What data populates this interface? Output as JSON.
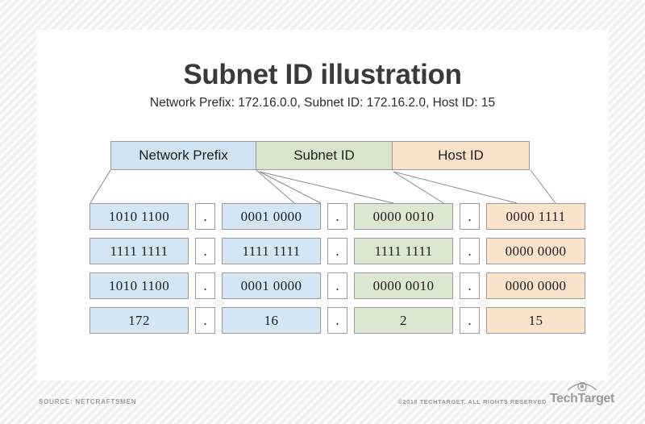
{
  "page": {
    "title": "Subnet ID illustration",
    "subtitle": "Network Prefix: 172.16.0.0, Subnet ID: 172.16.2.0, Host ID: 15"
  },
  "colors": {
    "blue": "#d4e6f3",
    "green": "#dbe7d0",
    "orange": "#fae2cc",
    "header_blue": "#cfe3f2",
    "header_green": "#d7e5cb",
    "header_orange": "#fae1c9",
    "border": "#9a9a9a",
    "title_text": "#3a3a3a",
    "footer_text": "#9a9a9a"
  },
  "header": {
    "cells": [
      {
        "label": "Network Prefix",
        "color": "#cfe3f2"
      },
      {
        "label": "Subnet ID",
        "color": "#d7e5cb"
      },
      {
        "label": "Host ID",
        "color": "#fae1c9"
      }
    ]
  },
  "separator": {
    "dot": "."
  },
  "rows": [
    {
      "name": "ip-address-binary",
      "octets": [
        {
          "value": "1010 1100",
          "color": "blue"
        },
        {
          "value": "0001 0000",
          "color": "blue"
        },
        {
          "value": "0000 0010",
          "color": "green"
        },
        {
          "value": "0000 1111",
          "color": "orange"
        }
      ]
    },
    {
      "name": "subnet-mask-binary",
      "octets": [
        {
          "value": "1111 1111",
          "color": "blue"
        },
        {
          "value": "1111 1111",
          "color": "blue"
        },
        {
          "value": "1111 1111",
          "color": "green"
        },
        {
          "value": "0000 0000",
          "color": "orange"
        }
      ]
    },
    {
      "name": "subnet-id-binary",
      "octets": [
        {
          "value": "1010 1100",
          "color": "blue"
        },
        {
          "value": "0001 0000",
          "color": "blue"
        },
        {
          "value": "0000 0010",
          "color": "green"
        },
        {
          "value": "0000 0000",
          "color": "orange"
        }
      ]
    },
    {
      "name": "decimal-values",
      "octets": [
        {
          "value": "172",
          "color": "blue"
        },
        {
          "value": "16",
          "color": "blue"
        },
        {
          "value": "2",
          "color": "green"
        },
        {
          "value": "15",
          "color": "orange"
        }
      ]
    }
  ],
  "footer": {
    "source": "SOURCE: NETCRAFTSMEN",
    "copyright": "©2018 TECHTARGET. ALL RIGHTS RESERVED",
    "logo_text": "TechTarget"
  }
}
